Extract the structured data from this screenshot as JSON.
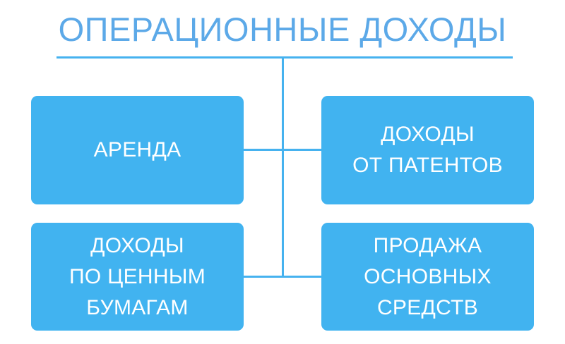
{
  "diagram": {
    "title": "ОПЕРАЦИОННЫЕ ДОХОДЫ",
    "accent_color": "#41B3F0",
    "title_color": "#5CA9E8",
    "line_color": "#46B2EF",
    "node_text_color": "#FFFFFF",
    "background_color": "#FFFFFF",
    "layout": "2x2 grid with central trunk",
    "nodes": [
      {
        "id": "top-left",
        "label": "АРЕНДА"
      },
      {
        "id": "top-right",
        "label": "ДОХОДЫ\nОТ ПАТЕНТОВ"
      },
      {
        "id": "bottom-left",
        "label": "ДОХОДЫ\nПО ЦЕННЫМ\nБУМАГАМ"
      },
      {
        "id": "bottom-right",
        "label": "ПРОДАЖА\nОСНОВНЫХ\nСРЕДСТВ"
      }
    ]
  }
}
